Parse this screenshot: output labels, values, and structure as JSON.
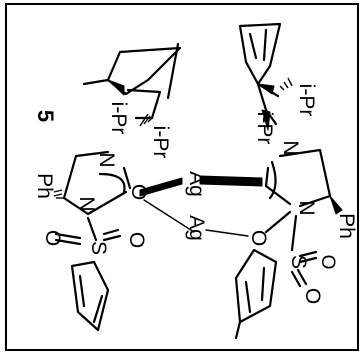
{
  "figure": {
    "compound_number": "5",
    "atoms": {
      "silver_top": "Ag",
      "silver_bottom": "Ag",
      "nitrogen": "N",
      "oxygen": "O",
      "sulfur": "S"
    },
    "substituents": {
      "isopropyl": "i-Pr",
      "phenyl": "Ph"
    },
    "colors": {
      "ink": "#000000",
      "background": "#ffffff"
    }
  }
}
